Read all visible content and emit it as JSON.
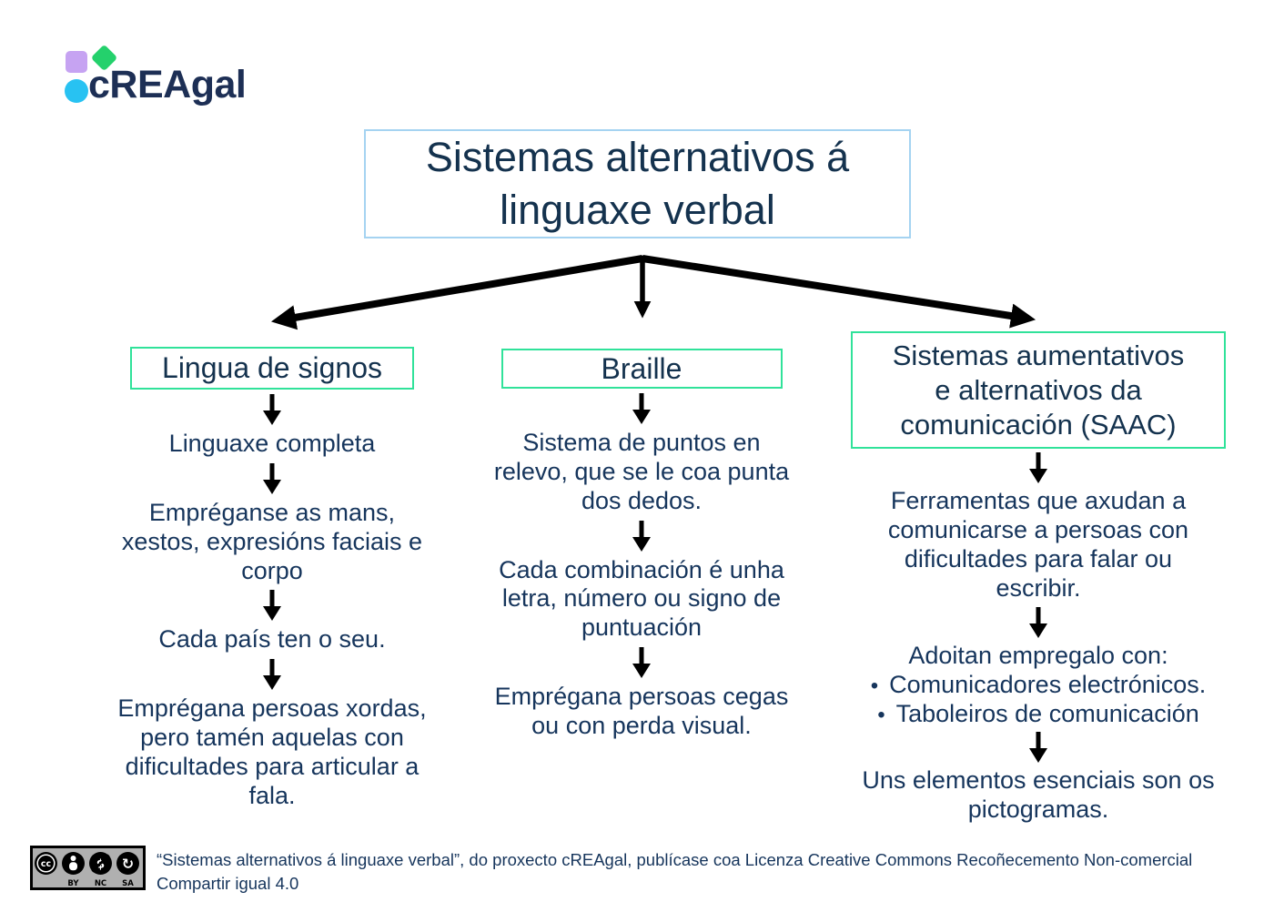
{
  "logo": {
    "text": "cREAgal",
    "shape_colors": {
      "square": "#c6a3f2",
      "diamond": "#24d16c",
      "circle": "#28c2f2"
    },
    "text_color": "#1d2f55"
  },
  "title": {
    "text": "Sistemas alternativos á\nlinguaxe verbal",
    "border_color": "#a5d3f1"
  },
  "palette": {
    "text": "#16355c",
    "branch_box_border": "#30e29a",
    "arrow": "#000000"
  },
  "branches": [
    {
      "header": "Lingua de signos",
      "items": [
        "Linguaxe completa",
        "Empréganse as mans,\nxestos, expresións faciais e\ncorpo",
        "Cada país ten o seu.",
        "Emprégana persoas xordas,\npero tamén aquelas con\ndificultades para articular a\nfala."
      ]
    },
    {
      "header": "Braille",
      "items": [
        "Sistema de puntos en\nrelevo, que se le coa punta\ndos dedos.",
        "Cada combinación é unha\nletra, número ou signo de\npuntuación",
        "Emprégana persoas cegas\nou con perda visual."
      ]
    },
    {
      "header": "Sistemas aumentativos\ne alternativos da\ncomunicación (SAAC)",
      "items": [
        "Ferramentas que axudan a\ncomunicarse a persoas con\ndificultades para falar ou\nescribir.",
        "Adoitan empregalo con:",
        "Uns elementos esenciais son os\npictogramas."
      ],
      "bullet_char": "•",
      "bullets": [
        "Comunicadores electrónicos.",
        "Taboleiros de comunicación"
      ]
    }
  ],
  "footer": {
    "license_text": "“Sistemas alternativos á linguaxe verbal”, do proxecto cREAgal, publícase coa Licenza Creative Commons Recoñecemento Non-comercial\nCompartir igual 4.0",
    "badge": {
      "cc": "cc",
      "by": "BY",
      "nc": "NC",
      "sa": "SA",
      "dollar": "$",
      "sa_glyph": "↻"
    }
  }
}
